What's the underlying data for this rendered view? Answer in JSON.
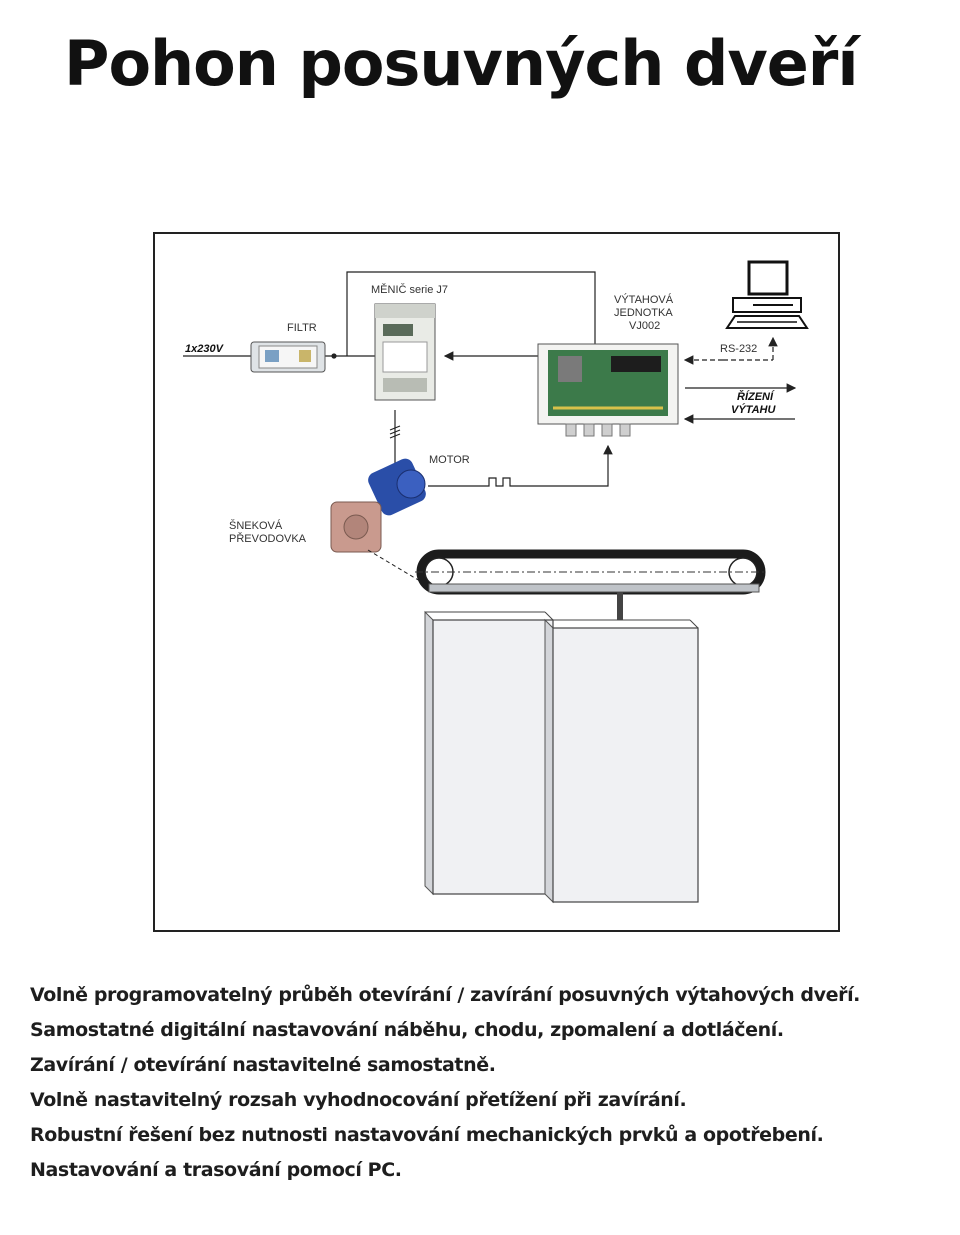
{
  "title": "Pohon posuvných dveří",
  "diagram": {
    "labels": {
      "supply": "1x230V",
      "filter": "FILTR",
      "inverter": "MĚNIČ serie J7",
      "unit_line1": "VÝTAHOVÁ",
      "unit_line2": "JEDNOTKA",
      "unit_line3": "VJ002",
      "rs232": "RS-232",
      "control_line1": "ŘÍZENÍ",
      "control_line2": "VÝTAHU",
      "motor": "MOTOR",
      "gearbox_line1": "ŠNEKOVÁ",
      "gearbox_line2": "PŘEVODOVKA"
    },
    "colors": {
      "line": "#222222",
      "device_body": "#e9ebe6",
      "board_green": "#3c7a4a",
      "motor_blue": "#2a4ea8",
      "gearbox": "#c99a8e",
      "belt": "#1c1c1c",
      "door_fill": "#f0f1f3"
    }
  },
  "features": [
    "Volně programovatelný průběh otevírání / zavírání posuvných výtahových dveří.",
    "Samostatné digitální nastavování náběhu, chodu, zpomalení a dotláčení.",
    "Zavírání / otevírání nastavitelné samostatně.",
    "Volně nastavitelný rozsah vyhodnocování přetížení při zavírání.",
    "Robustní řešení bez nutnosti nastavování mechanických prvků a opotřebení.",
    "Nastavování a trasování pomocí PC."
  ]
}
